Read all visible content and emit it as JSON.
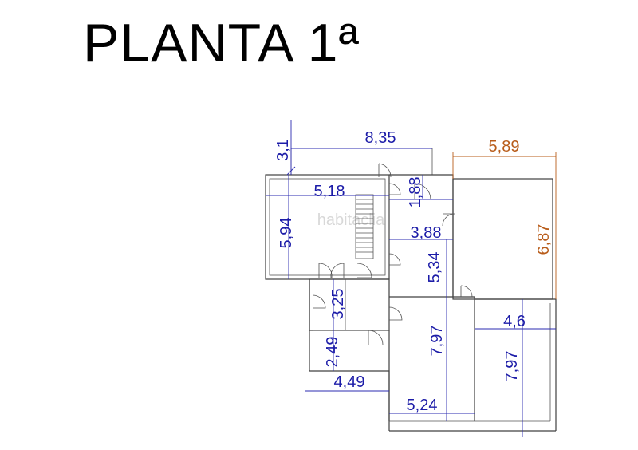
{
  "title": "PLANTA 1ª",
  "watermark": "habitaclia",
  "colors": {
    "dimension_blue": "#1c1ca8",
    "dimension_orange": "#b85c1a",
    "walls": "#404040"
  },
  "dimensions": {
    "top_width": "8,35",
    "top_depth": "3,1",
    "right_wing_width": "5,89",
    "right_wing_depth": "6,87",
    "left_room_width": "5,18",
    "left_room_depth": "5,94",
    "small_room_depth": "1,88",
    "hall_width": "3,88",
    "hall_depth": "5,34",
    "stair_room_depth": "3,25",
    "lower_left_depth": "2,49",
    "lower_left_width": "4,49",
    "center_room_depth": "7,97",
    "center_room_width": "5,24",
    "right_room_width": "4,6",
    "right_room_depth": "7,97"
  }
}
